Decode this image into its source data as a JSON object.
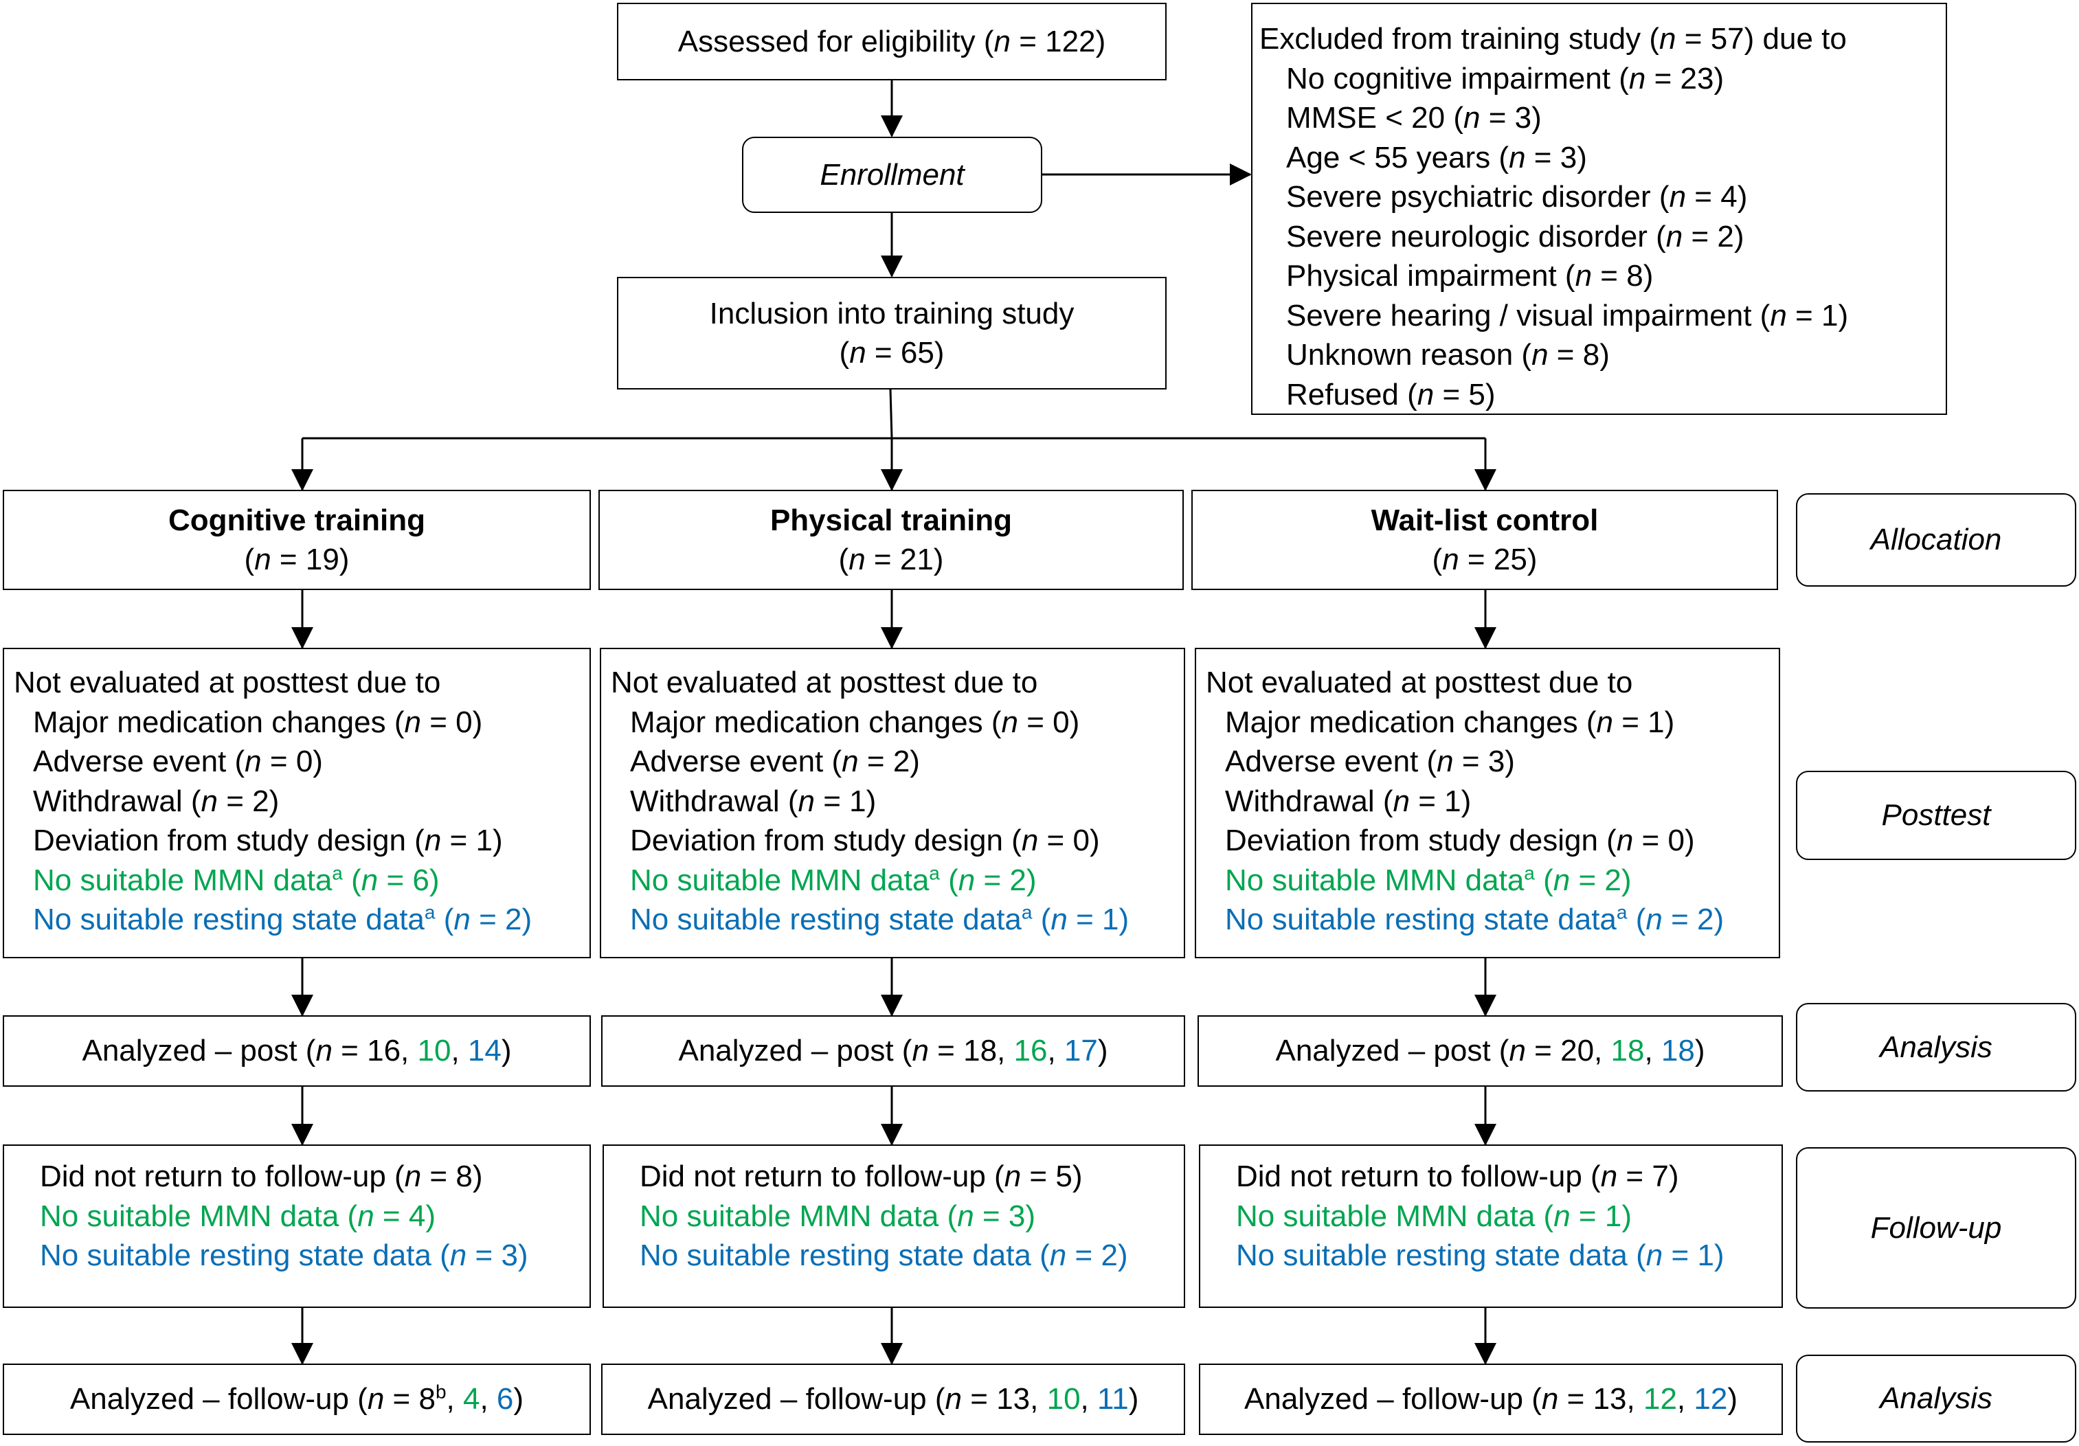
{
  "colors": {
    "green": "#00a550",
    "blue": "#0a6eb4",
    "line": "#000000"
  },
  "n_symbol": "n",
  "assessed": {
    "label": "Assessed for eligibility",
    "n": "122"
  },
  "enrollment": "Enrollment",
  "inclusion": {
    "label": "Inclusion into training study",
    "n": "65"
  },
  "excluded": {
    "header_pre": "Excluded from training study",
    "header_n": "57",
    "header_post": "due to",
    "reasons": [
      {
        "label": "No cognitive impairment",
        "n": "23"
      },
      {
        "label": "MMSE < 20",
        "n": "3"
      },
      {
        "label": "Age < 55 years",
        "n": "3"
      },
      {
        "label": "Severe psychiatric disorder",
        "n": "4"
      },
      {
        "label": "Severe neurologic disorder",
        "n": "2"
      },
      {
        "label": "Physical impairment",
        "n": "8"
      },
      {
        "label": "Severe hearing / visual impairment",
        "n": "1"
      },
      {
        "label": "Unknown reason",
        "n": "8"
      },
      {
        "label": "Refused",
        "n": "5"
      }
    ]
  },
  "stage_labels": {
    "allocation": "Allocation",
    "posttest": "Posttest",
    "analysis_post": "Analysis",
    "followup": "Follow-up",
    "analysis_followup": "Analysis"
  },
  "posttest_header": "Not evaluated at posttest due to",
  "posttest_reasons": {
    "medication": "Major medication changes",
    "adverse": "Adverse event",
    "withdrawal": "Withdrawal",
    "deviation": "Deviation from study design",
    "mmn": "No suitable MMN data",
    "rest": "No suitable resting state data",
    "footnote": "a"
  },
  "analyzed_post_label": "Analyzed – post",
  "followup_labels": {
    "not_return": "Did not return to follow-up",
    "mmn": "No suitable MMN data",
    "rest": "No suitable resting state data"
  },
  "analyzed_followup_label": "Analyzed – follow-up",
  "groups": [
    {
      "name": "Cognitive training",
      "n": "19",
      "post": {
        "medication": "0",
        "adverse": "0",
        "withdrawal": "2",
        "deviation": "1",
        "mmn": "6",
        "rest": "2"
      },
      "analyzed_post": {
        "n": "16",
        "mmn": "10",
        "rest": "14"
      },
      "followup": {
        "not_return": "8",
        "mmn": "4",
        "rest": "3"
      },
      "analyzed_followup": {
        "n": "8",
        "sup": "b",
        "mmn": "4",
        "rest": "6"
      }
    },
    {
      "name": "Physical training",
      "n": "21",
      "post": {
        "medication": "0",
        "adverse": "2",
        "withdrawal": "1",
        "deviation": "0",
        "mmn": "2",
        "rest": "1"
      },
      "analyzed_post": {
        "n": "18",
        "mmn": "16",
        "rest": "17"
      },
      "followup": {
        "not_return": "5",
        "mmn": "3",
        "rest": "2"
      },
      "analyzed_followup": {
        "n": "13",
        "sup": "",
        "mmn": "10",
        "rest": "11"
      }
    },
    {
      "name": "Wait-list control",
      "n": "25",
      "post": {
        "medication": "1",
        "adverse": "3",
        "withdrawal": "1",
        "deviation": "0",
        "mmn": "2",
        "rest": "2"
      },
      "analyzed_post": {
        "n": "20",
        "mmn": "18",
        "rest": "18"
      },
      "followup": {
        "not_return": "7",
        "mmn": "1",
        "rest": "1"
      },
      "analyzed_followup": {
        "n": "13",
        "sup": "",
        "mmn": "12",
        "rest": "12"
      }
    }
  ]
}
